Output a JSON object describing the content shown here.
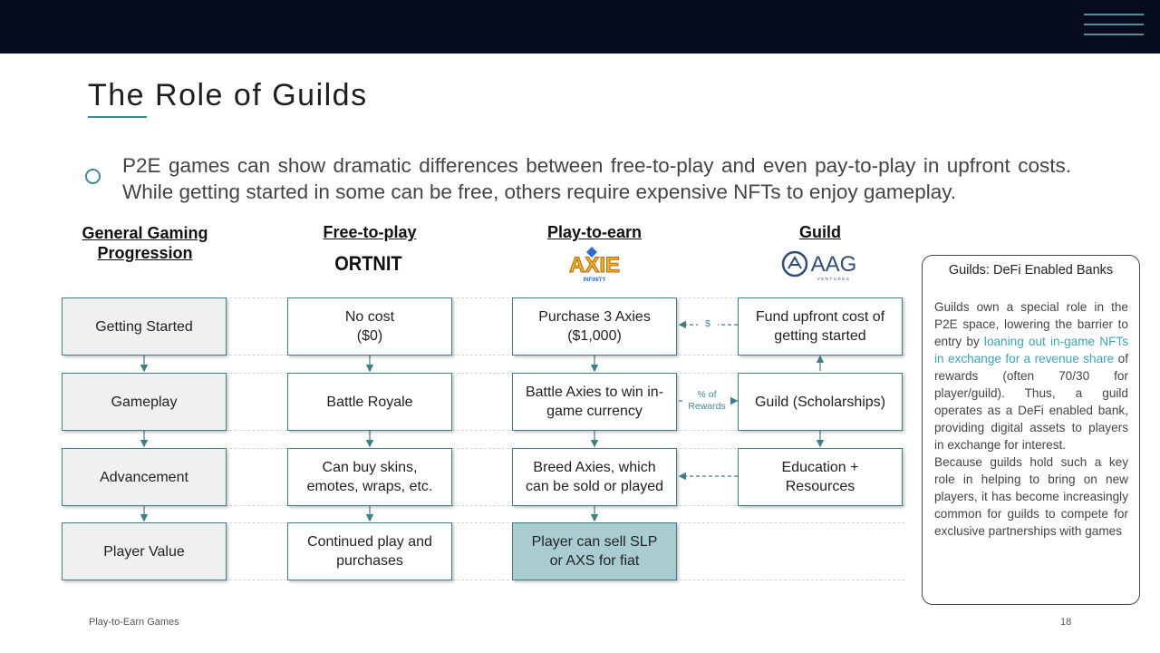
{
  "title": "The Role of Guilds",
  "bullet": "P2E games can show dramatic differences between free-to-play and even pay-to-play in upfront costs. While getting started in some can be free, others require expensive NFTs to enjoy gameplay.",
  "columns": {
    "general": {
      "header": "General Gaming Progression",
      "items": [
        "Getting Started",
        "Gameplay",
        "Advancement",
        "Player Value"
      ]
    },
    "f2p": {
      "header": "Free-to-play",
      "logo": "FORTNITE",
      "items": [
        "No cost ($0)",
        "Battle Royale",
        "Can buy skins, emotes, wraps, etc.",
        "Continued play and purchases"
      ]
    },
    "p2e": {
      "header": "Play-to-earn",
      "logo_main": "AXIE",
      "logo_sub": "INFINITY",
      "items": [
        "Purchase 3 Axies ($1,000)",
        "Battle Axies to win in-game currency",
        "Breed Axies, which can be sold or played",
        "Player can sell SLP or AXS for fiat"
      ]
    },
    "guild": {
      "header": "Guild",
      "logo": "AAG",
      "logo_sub": "VENTURES",
      "items": [
        "Fund upfront cost of getting started",
        "Guild (Scholarships)",
        "Education + Resources"
      ]
    }
  },
  "connectors": {
    "dollar": "$",
    "rewards_line1": "% of",
    "rewards_line2": "Rewards"
  },
  "sidebox": {
    "title": "Guilds: DeFi Enabled Banks",
    "p1_before": "Guilds own a special role in the P2E space, lowering the barrier to entry by ",
    "p1_highlight": "loaning out in-game NFTs in exchange for a revenue share",
    "p1_after": " of rewards (often 70/30 for player/guild). Thus, a guild operates as a DeFi enabled bank, providing digital assets to players in exchange for interest.",
    "p2": "Because guilds hold such a key role in helping to bring on new players, it has become increasingly common for guilds to compete for exclusive partnerships with games"
  },
  "footer": {
    "left": "Play-to-Earn Games",
    "page": "18"
  },
  "colors": {
    "topbar": "#050a1e",
    "accent": "#3e8a94",
    "highlight": "#3aa6b9",
    "teal_box": "#a8ccd0",
    "grey_box": "#f0f0f0"
  },
  "icons": [
    "menu-lines-icon",
    "bullet-circle-icon",
    "fortnite-logo",
    "axie-infinity-logo",
    "aag-ventures-logo"
  ]
}
